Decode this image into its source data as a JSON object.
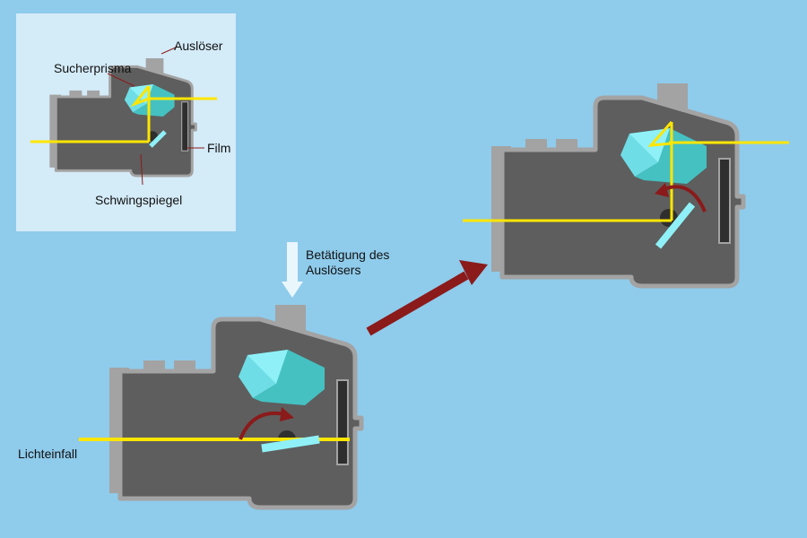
{
  "colors": {
    "background": "#8fcbeb",
    "inset_background": "#d4ebf8",
    "camera_body": "#5e5e5e",
    "camera_outline": "#a3a3a3",
    "light_ray": "#ffe600",
    "mirror": "#8ff1f7",
    "prism_light": "#8ff1f7",
    "prism_dark": "#45c1c2",
    "rotation_arrow": "#8b1a1a",
    "press_arrow": "#e9f6fc"
  },
  "labels": {
    "inset_shutter": "Auslöser",
    "inset_prism": "Sucherprisma",
    "inset_film": "Film",
    "inset_mirror": "Schwingspiegel",
    "shutter_press": "Betätigung des Auslösers",
    "light_entry": "Lichteinfall"
  },
  "icons": {
    "press": "down-arrow-icon",
    "rotate": "curved-rotation-arrow-icon",
    "transition": "diagonal-arrow-icon"
  }
}
